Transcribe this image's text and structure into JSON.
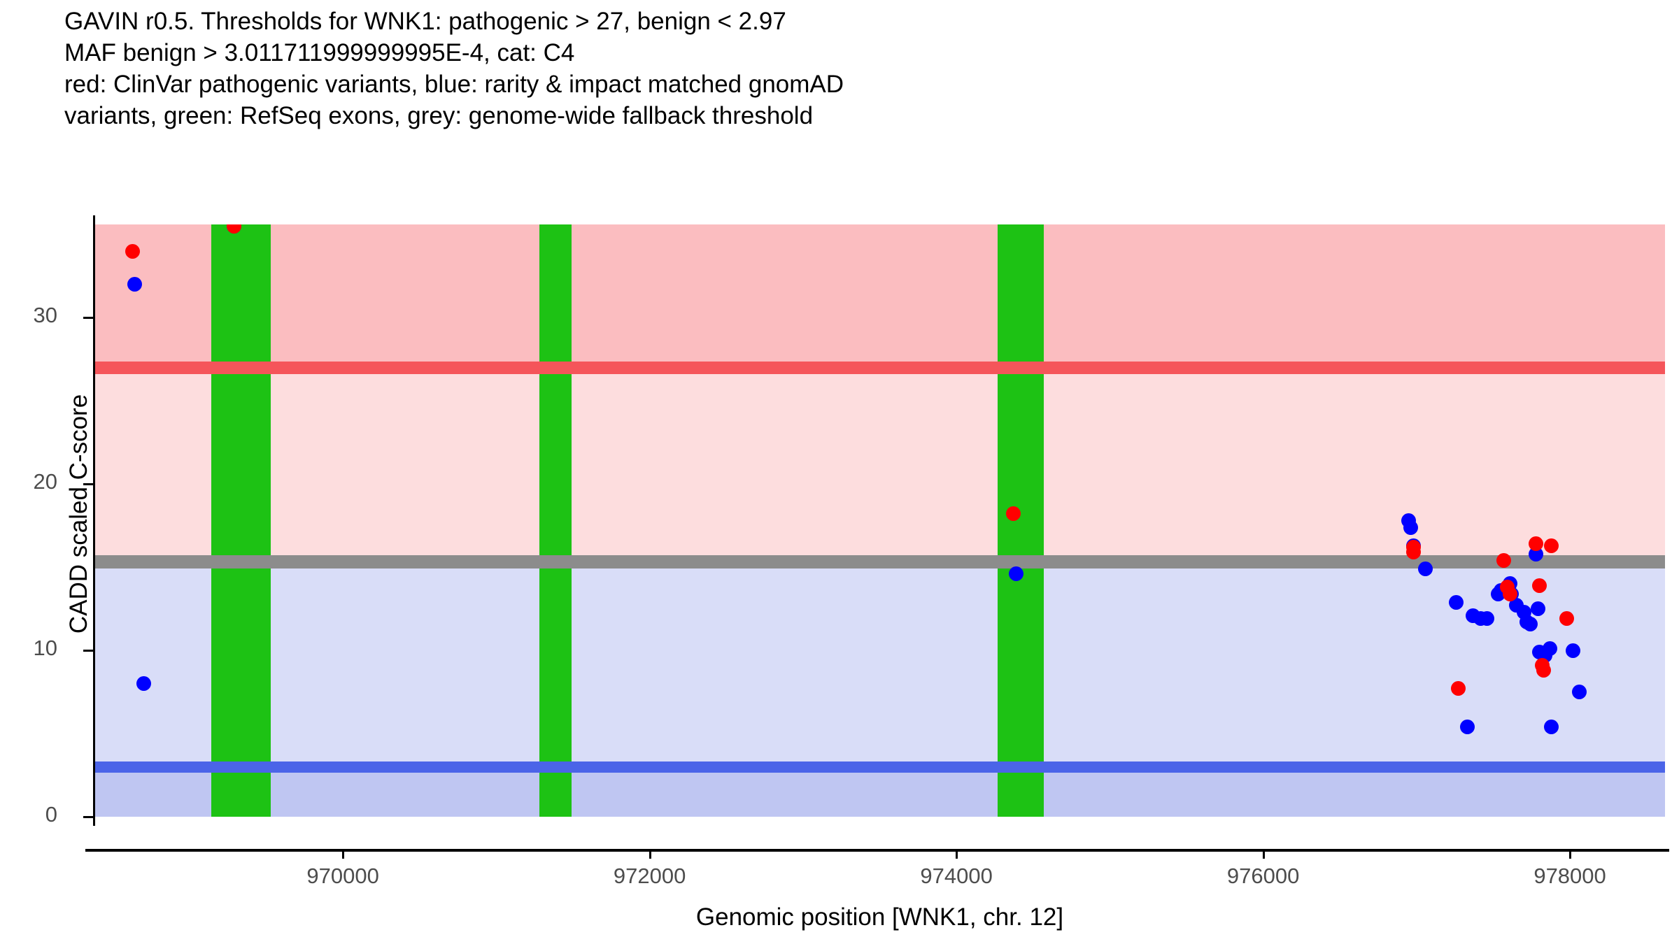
{
  "title": {
    "lines": [
      "GAVIN r0.5. Thresholds for WNK1: pathogenic > 27, benign < 2.97",
      "MAF benign > 3.011711999999995E-4, cat: C4",
      "red: ClinVar pathogenic variants, blue: rarity & impact matched gnomAD",
      "variants, green: RefSeq exons, grey: genome-wide fallback threshold"
    ]
  },
  "chart_data": {
    "type": "scatter",
    "title": "GAVIN r0.5. Thresholds for WNK1: pathogenic > 27, benign < 2.97",
    "xlabel": "Genomic position [WNK1, chr. 12]",
    "ylabel": "CADD scaled C-score",
    "xlim": [
      968380,
      978620
    ],
    "ylim": [
      0,
      35.6
    ],
    "xticks": [
      970000,
      972000,
      974000,
      976000,
      978000
    ],
    "xtick_labels": [
      "970000",
      "972000",
      "974000",
      "976000",
      "978000"
    ],
    "yticks": [
      0,
      10,
      20,
      30
    ],
    "ytick_labels": [
      "0",
      "10",
      "20",
      "30"
    ],
    "grid": false,
    "legend": "none",
    "gene": "WNK1",
    "chromosome": "12",
    "gavin_release": "r0.5",
    "category": "C4",
    "maf_benign_threshold": "3.011711999999995E-4",
    "thresholds": {
      "pathogenic": 27,
      "benign": 2.97,
      "genome_wide_fallback": 15.3
    },
    "colors": {
      "pathogenic_point": "#FF0000",
      "benign_point": "#0000FF",
      "exon": "#1DC214",
      "fallback_line": "#8C8C8C",
      "pathogenic_line": "#F5555A",
      "benign_line": "#4B64E8",
      "band_pathogenic": "#FBBDC0",
      "band_uncertain_pathogenic": "#FDDDDE",
      "band_uncertain_benign": "#D9DDF8",
      "band_benign": "#BFC6F2"
    },
    "bands": [
      {
        "name": "pathogenic",
        "y_from": 27,
        "y_to": 35.6,
        "color": "#FBBDC0"
      },
      {
        "name": "uncertain-pathogenic",
        "y_from": 15.3,
        "y_to": 27,
        "color": "#FDDDDE"
      },
      {
        "name": "uncertain-benign",
        "y_from": 2.97,
        "y_to": 15.3,
        "color": "#D9DDF8"
      },
      {
        "name": "benign",
        "y_from": 0,
        "y_to": 2.97,
        "color": "#BFC6F2"
      }
    ],
    "exons": [
      {
        "start": 969140,
        "end": 969530
      },
      {
        "start": 971280,
        "end": 971490
      },
      {
        "start": 974270,
        "end": 974570
      }
    ],
    "series": [
      {
        "name": "ClinVar pathogenic variants",
        "color": "#FF0000",
        "points": [
          [
            968630,
            34.0
          ],
          [
            969290,
            35.5
          ],
          [
            974370,
            18.2
          ],
          [
            976980,
            16.2
          ],
          [
            976980,
            15.9
          ],
          [
            977270,
            7.7
          ],
          [
            977570,
            15.4
          ],
          [
            977590,
            13.8
          ],
          [
            977610,
            13.4
          ],
          [
            977780,
            16.4
          ],
          [
            977800,
            13.9
          ],
          [
            977820,
            9.1
          ],
          [
            977830,
            8.8
          ],
          [
            977880,
            16.3
          ],
          [
            977980,
            11.9
          ]
        ]
      },
      {
        "name": "rarity & impact matched gnomAD variants",
        "color": "#0000FF",
        "points": [
          [
            968640,
            32.0
          ],
          [
            968700,
            8.0
          ],
          [
            969290,
            35.5
          ],
          [
            974390,
            14.6
          ],
          [
            976950,
            17.8
          ],
          [
            976960,
            17.4
          ],
          [
            976980,
            16.3
          ],
          [
            977060,
            14.9
          ],
          [
            977260,
            12.9
          ],
          [
            977370,
            12.1
          ],
          [
            977420,
            11.9
          ],
          [
            977460,
            11.9
          ],
          [
            977530,
            13.4
          ],
          [
            977550,
            13.6
          ],
          [
            977570,
            13.6
          ],
          [
            977610,
            14.0
          ],
          [
            977620,
            13.4
          ],
          [
            977650,
            12.7
          ],
          [
            977700,
            12.3
          ],
          [
            977720,
            11.7
          ],
          [
            977740,
            11.6
          ],
          [
            977780,
            15.8
          ],
          [
            977790,
            12.5
          ],
          [
            977800,
            9.9
          ],
          [
            977840,
            9.7
          ],
          [
            977870,
            10.1
          ],
          [
            977880,
            5.4
          ],
          [
            978020,
            10.0
          ],
          [
            978060,
            7.5
          ],
          [
            977330,
            5.4
          ]
        ]
      }
    ]
  },
  "axes": {
    "y_title": "CADD scaled C-score",
    "x_title": "Genomic position [WNK1, chr. 12]"
  }
}
